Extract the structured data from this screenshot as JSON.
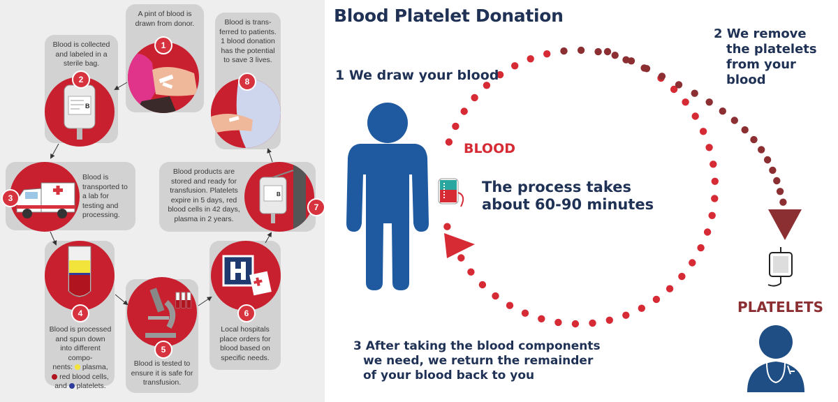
{
  "left_panel": {
    "steps": [
      {
        "number": "1",
        "caption": "A pint of blood is drawn from donor."
      },
      {
        "number": "2",
        "caption": "Blood is collected and labeled in a sterile bag."
      },
      {
        "number": "3",
        "caption": "Blood is transported to a lab for testing and processing."
      },
      {
        "number": "4",
        "caption_lines": [
          "Blood is processed",
          "and spun down",
          "into different compo-",
          "nents:"
        ],
        "legend": {
          "plasma": "plasma,",
          "red": "red blood cells,",
          "and": "and",
          "platelets": "platelets."
        }
      },
      {
        "number": "5",
        "caption": "Blood is tested to ensure it is safe for transfusion."
      },
      {
        "number": "6",
        "caption": "Local hospitals place orders for blood based on specific needs."
      },
      {
        "number": "7",
        "caption": "Blood products are stored and ready for transfusion. Platelets expire in 5 days, red blood cells in 42 days, plasma in 2 years."
      },
      {
        "number": "8",
        "caption": "Blood is trans-ferred to patients. 1 blood donation has the potential to save 3 lives."
      }
    ],
    "bag_label": "B"
  },
  "right_panel": {
    "title": "Blood Platelet Donation",
    "step1": "1 We draw your blood",
    "step2_lines": [
      "2 We remove",
      "the platelets",
      "from your blood"
    ],
    "step3_lines": [
      "3 After taking the blood components",
      "we need, we return the remainder",
      "of your blood back to you"
    ],
    "blood_label": "BLOOD",
    "platelets_label": "PLATELETS",
    "process_lines": [
      "The process takes",
      "about 60-90 minutes"
    ]
  },
  "colors": {
    "navy": "#1f3154",
    "figure_blue": "#1f5aa0",
    "dot_red": "#d62a35",
    "dot_dark": "#8c2f33",
    "circle_red": "#c8202e",
    "card_gray": "#d2d2d2",
    "plasma_yellow": "#f2e43a",
    "platelet_blue": "#2e3c9c"
  },
  "icons": [
    "arm-icon",
    "blood-bag-icon",
    "ambulance-icon",
    "test-tube-icon",
    "microscope-icon",
    "hospital-icon",
    "blood-storage-icon",
    "patient-icon",
    "person-icon",
    "doctor-icon",
    "iv-bag-icon"
  ]
}
